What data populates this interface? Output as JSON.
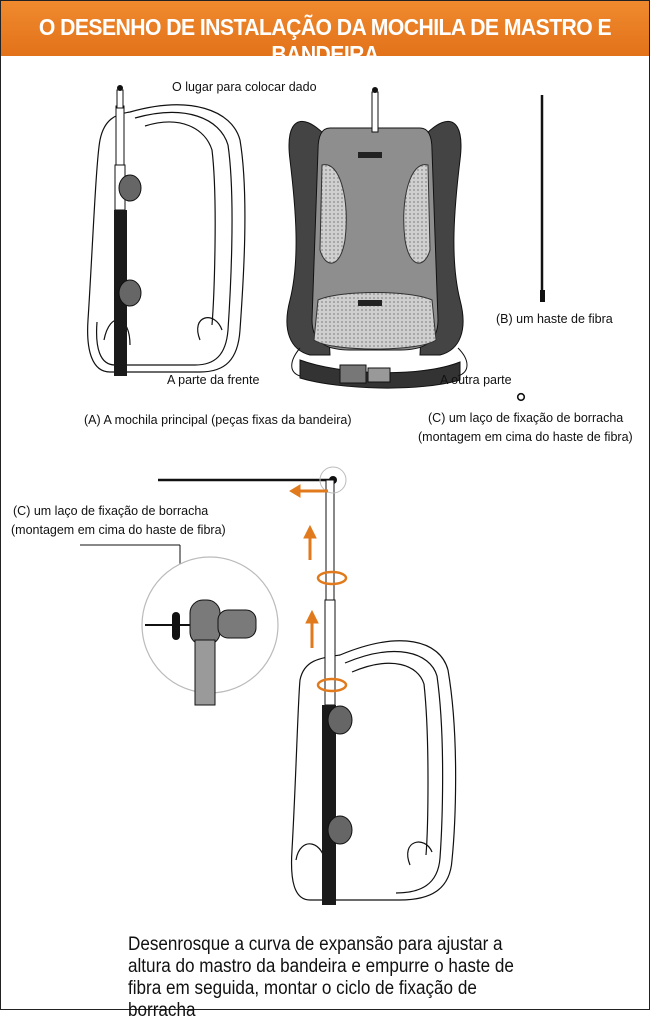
{
  "title": "O DESENHO DE INSTALAÇÃO DA MOCHILA DE MASTRO E BANDEIRA",
  "labels": {
    "data_place": "O lugar para colocar dado",
    "front_part": "A parte da frente",
    "other_part": "A outra parte",
    "main_backpack": "(A) A mochila principal (peças fixas da bandeira)",
    "fiber_rod": "(B) um haste de fibra",
    "rubber_loop_line1": "(C) um laço de fixação de borracha",
    "rubber_loop_line2": "(montagem em cima do haste de fibra)",
    "detail_loop_line1": "(C) um laço de fixação de borracha",
    "detail_loop_line2": "(montagem em cima do haste de fibra)"
  },
  "instruction": {
    "line1": "Desenrosque a curva de expansão para ajustar a",
    "line2": "altura do mastro da bandeira e empurre o haste de",
    "line3": "fibra em seguida, montar o ciclo de fixação de borracha"
  },
  "colors": {
    "header": "#e8781f",
    "arrow": "#e07a1c",
    "pad": "#444444"
  }
}
